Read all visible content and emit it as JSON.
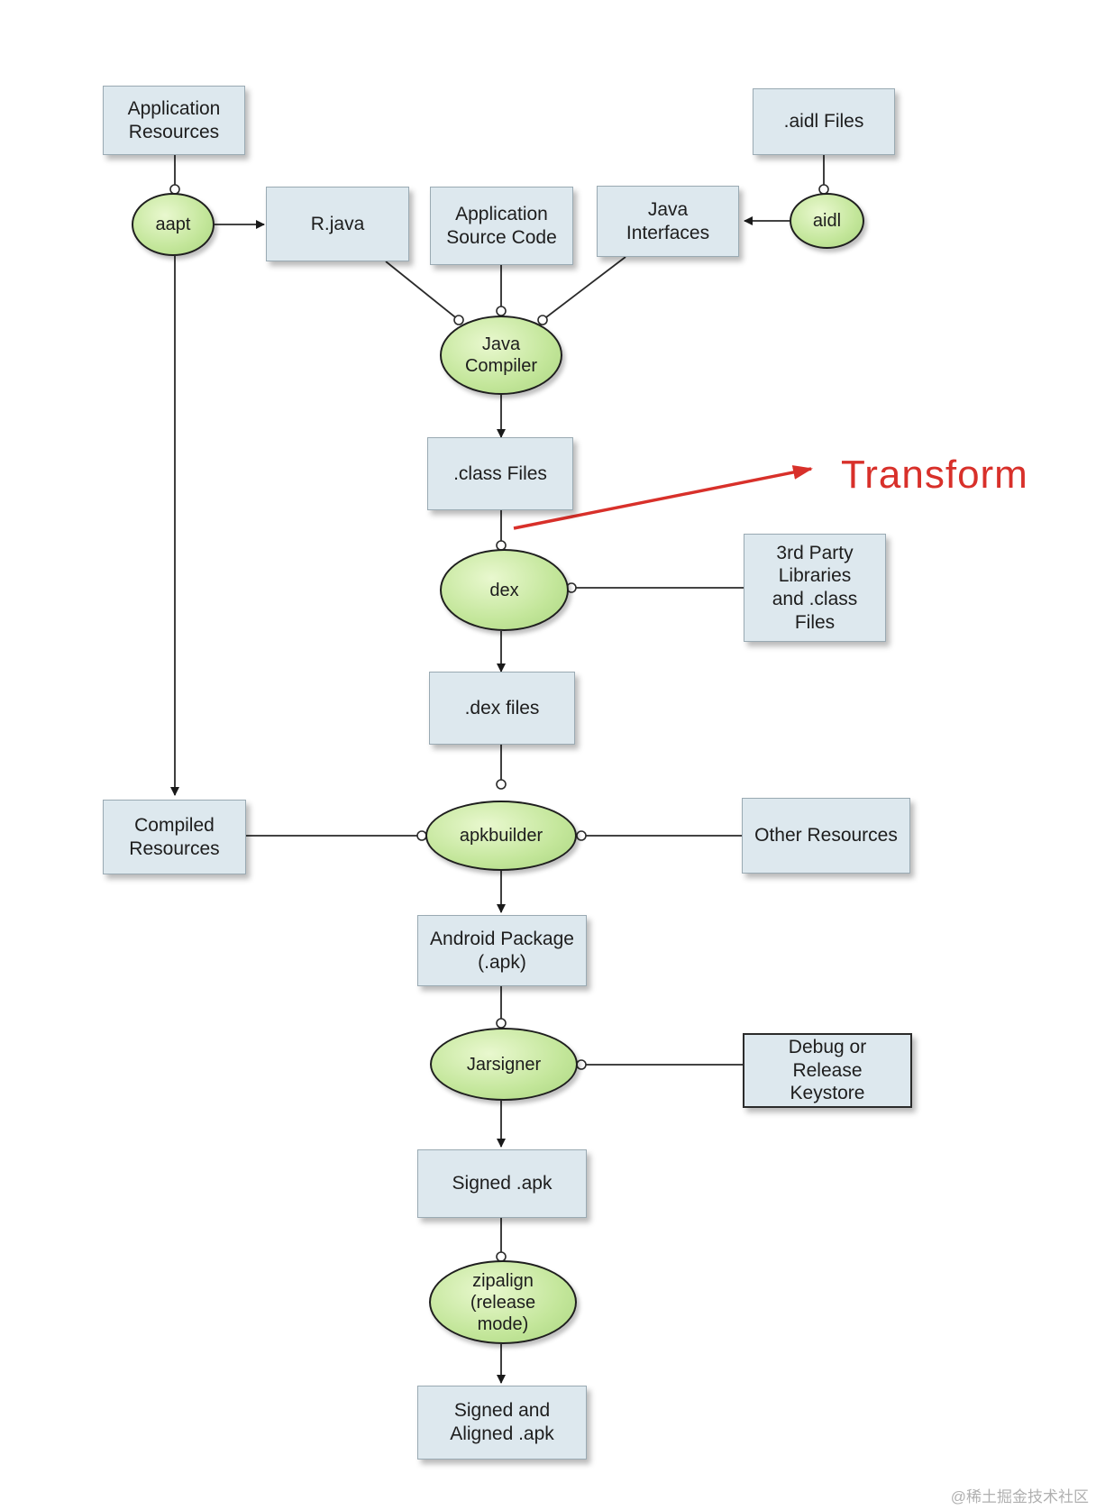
{
  "diagram": {
    "boxes": {
      "app_resources": "Application\nResources",
      "aidl_files": ".aidl Files",
      "r_java": "R.java",
      "app_source": "Application\nSource Code",
      "java_interfaces": "Java\nInterfaces",
      "class_files": ".class Files",
      "third_party": "3rd Party\nLibraries\nand .class\nFiles",
      "dex_files": ".dex files",
      "compiled_resources": "Compiled\nResources",
      "other_resources": "Other Resources",
      "android_package": "Android Package\n(.apk)",
      "keystore": "Debug or\nRelease\nKeystore",
      "signed_apk": "Signed .apk",
      "signed_aligned": "Signed and\nAligned .apk"
    },
    "tools": {
      "aapt": "aapt",
      "aidl": "aidl",
      "java_compiler": "Java\nCompiler",
      "dex": "dex",
      "apkbuilder": "apkbuilder",
      "jarsigner": "Jarsigner",
      "zipalign": "zipalign\n(release\nmode)"
    },
    "annotation": "Transform",
    "annotation_color": "#d8302a",
    "tool_fill": "#c3e69a",
    "box_fill": "#dde8ee"
  },
  "watermark": "@稀土掘金技术社区"
}
